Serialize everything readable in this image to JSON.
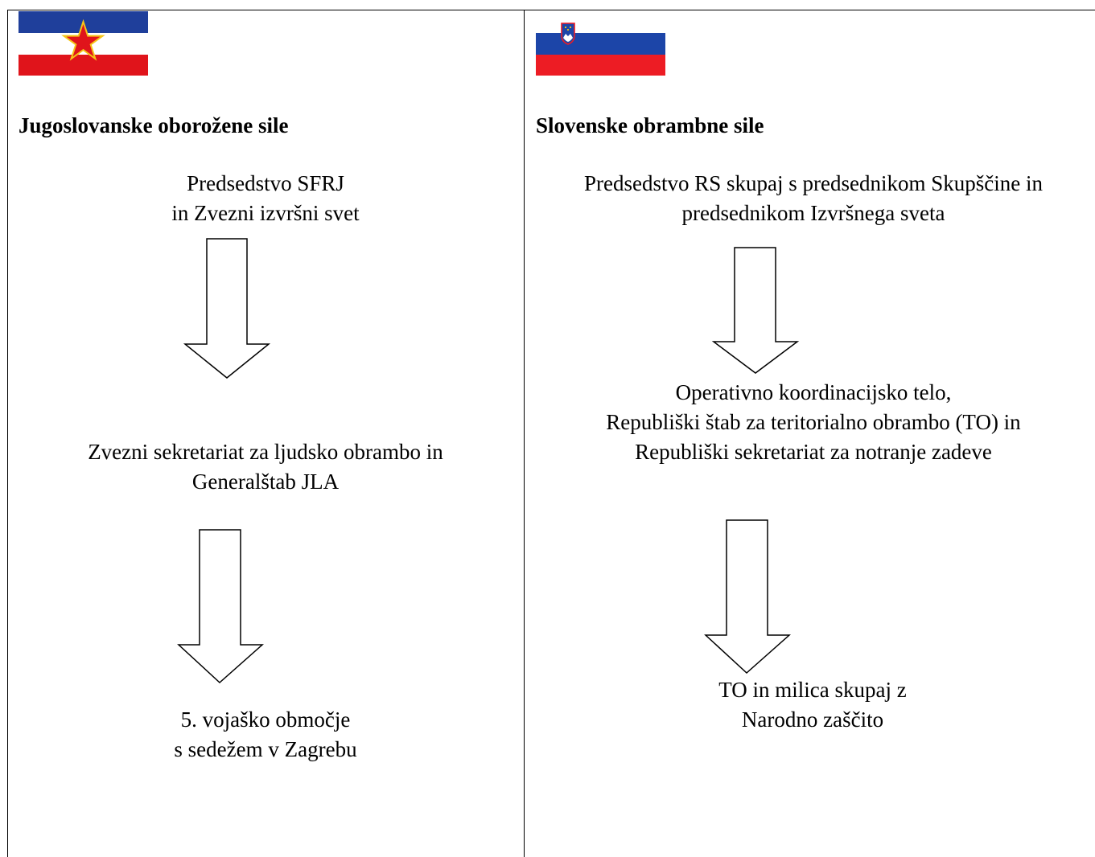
{
  "left_column": {
    "flag": {
      "name": "yugoslav-flag",
      "colors": {
        "top": "#1f3f9b",
        "middle": "#ffffff",
        "bottom": "#e0141b",
        "star": "#e0141b",
        "star_outline": "#f5c518"
      }
    },
    "heading": "Jugoslovanske oborožene sile",
    "nodes": [
      {
        "lines": [
          "Predsedstvo SFRJ",
          "in Zvezni izvršni svet"
        ]
      },
      {
        "lines": [
          "Zvezni sekretariat za ljudsko obrambo in",
          "Generalštab JLA"
        ]
      },
      {
        "lines": [
          "5. vojaško območje",
          "s sedežem v Zagrebu"
        ]
      }
    ]
  },
  "right_column": {
    "flag": {
      "name": "slovenian-flag",
      "colors": {
        "top": "#ffffff",
        "middle": "#1c45a8",
        "bottom": "#ed1c24"
      }
    },
    "heading": "Slovenske obrambne sile",
    "nodes": [
      {
        "lines": [
          "Predsedstvo RS skupaj s predsednikom Skupščine in",
          "predsednikom Izvršnega sveta"
        ]
      },
      {
        "lines": [
          "Operativno koordinacijsko telo,",
          "Republiški štab za teritorialno obrambo (TO) in",
          "Republiški sekretariat za notranje zadeve"
        ]
      },
      {
        "lines": [
          "TO in milica skupaj z",
          "Narodno zaščito"
        ]
      }
    ]
  }
}
